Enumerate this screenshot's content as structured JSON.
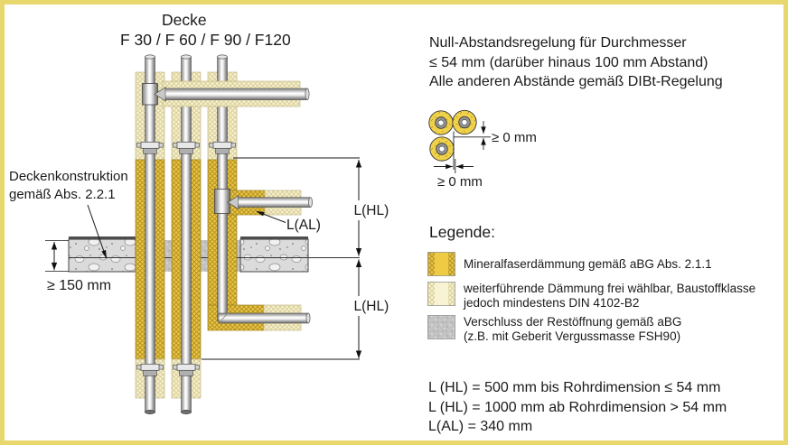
{
  "title": {
    "line1": "Decke",
    "line2": "F 30 / F 60 / F 90 / F120"
  },
  "rule_note": {
    "line1": "Null-Abstandsregelung für Durchmesser",
    "line2": "≤ 54 mm (darüber hinaus 100 mm Abstand)",
    "line3": "Alle anderen Abstände gemäß DIBt-Regelung"
  },
  "spacing_detail": {
    "vertical_gap": "≥ 0 mm",
    "horizontal_gap": "≥ 0 mm"
  },
  "labels": {
    "ceiling_line1": "Deckenkonstruktion",
    "ceiling_line2": "gemäß Abs. 2.2.1",
    "min_thickness": "≥ 150 mm",
    "l_al": "L(AL)",
    "l_hl_upper": "L(HL)",
    "l_hl_lower": "L(HL)"
  },
  "legend": {
    "heading": "Legende:",
    "items": [
      {
        "icon": "mineral-wool-swatch",
        "lines": [
          "Mineralfaserdämmung gemäß aBG Abs. 2.1.1"
        ]
      },
      {
        "icon": "optional-insulation-swatch",
        "lines": [
          "weiterführende Dämmung frei wählbar, Baustoffklasse",
          "jedoch mindestens DIN 4102-B2"
        ]
      },
      {
        "icon": "mortar-closure-swatch",
        "lines": [
          "Verschluss der Restöffnung gemäß aBG",
          "(z.B. mit Geberit Vergussmasse FSH90)"
        ]
      }
    ]
  },
  "formulas": {
    "line1": "L (HL) = 500 mm bis Rohrdimension ≤ 54 mm",
    "line2": "L (HL) = 1000 mm ab Rohrdimension > 54 mm",
    "line3": "L(AL) = 340 mm"
  },
  "colors": {
    "frame_yellow": "#E7D76C",
    "mineral_wool_yellow": "#E9C642",
    "optional_insulation_cream": "#F7F2CE",
    "closure_gray": "#C3C3C3",
    "concrete_gray": "#DBDBDB"
  }
}
